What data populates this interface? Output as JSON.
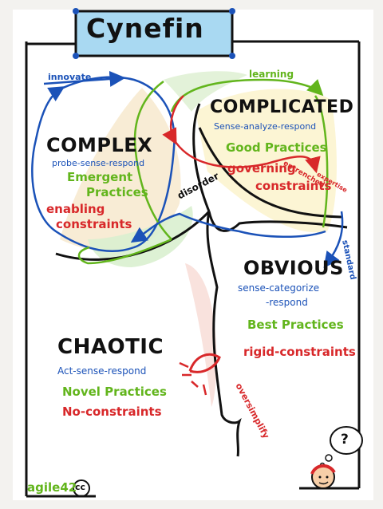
{
  "title": "Cynefin",
  "complex": {
    "name": "COMPLEX",
    "approach": "probe-sense-respond",
    "practice_1": "Emergent",
    "practice_2": "Practices",
    "constraint_1": "enabling",
    "constraint_2": "constraints"
  },
  "complicated": {
    "name": "COMPLICATED",
    "approach": "Sense-analyze-respond",
    "practice": "Good Practices",
    "constraint_1": "governing",
    "constraint_2": "constraints"
  },
  "obvious": {
    "name": "OBVIOUS",
    "approach_1": "sense-categorize",
    "approach_2": "-respond",
    "practice": "Best Practices",
    "constraint": "rigid-constraints"
  },
  "chaotic": {
    "name": "CHAOTIC",
    "approach": "Act-sense-respond",
    "practice": "Novel Practices",
    "constraint": "No-constraints"
  },
  "center": "disorder",
  "arrows": {
    "innovate": "innovate",
    "learning": "learning",
    "entrenched_1": "entrenched",
    "entrenched_2": "expertise",
    "standard": "standard",
    "oversimplify": "oversimplify"
  },
  "thought": "?",
  "footer": {
    "brand": "agile42",
    "license": "cc"
  },
  "colors": {
    "blue": "#1b52b8",
    "green": "#62b51c",
    "red": "#d8282a",
    "black": "#111111"
  }
}
